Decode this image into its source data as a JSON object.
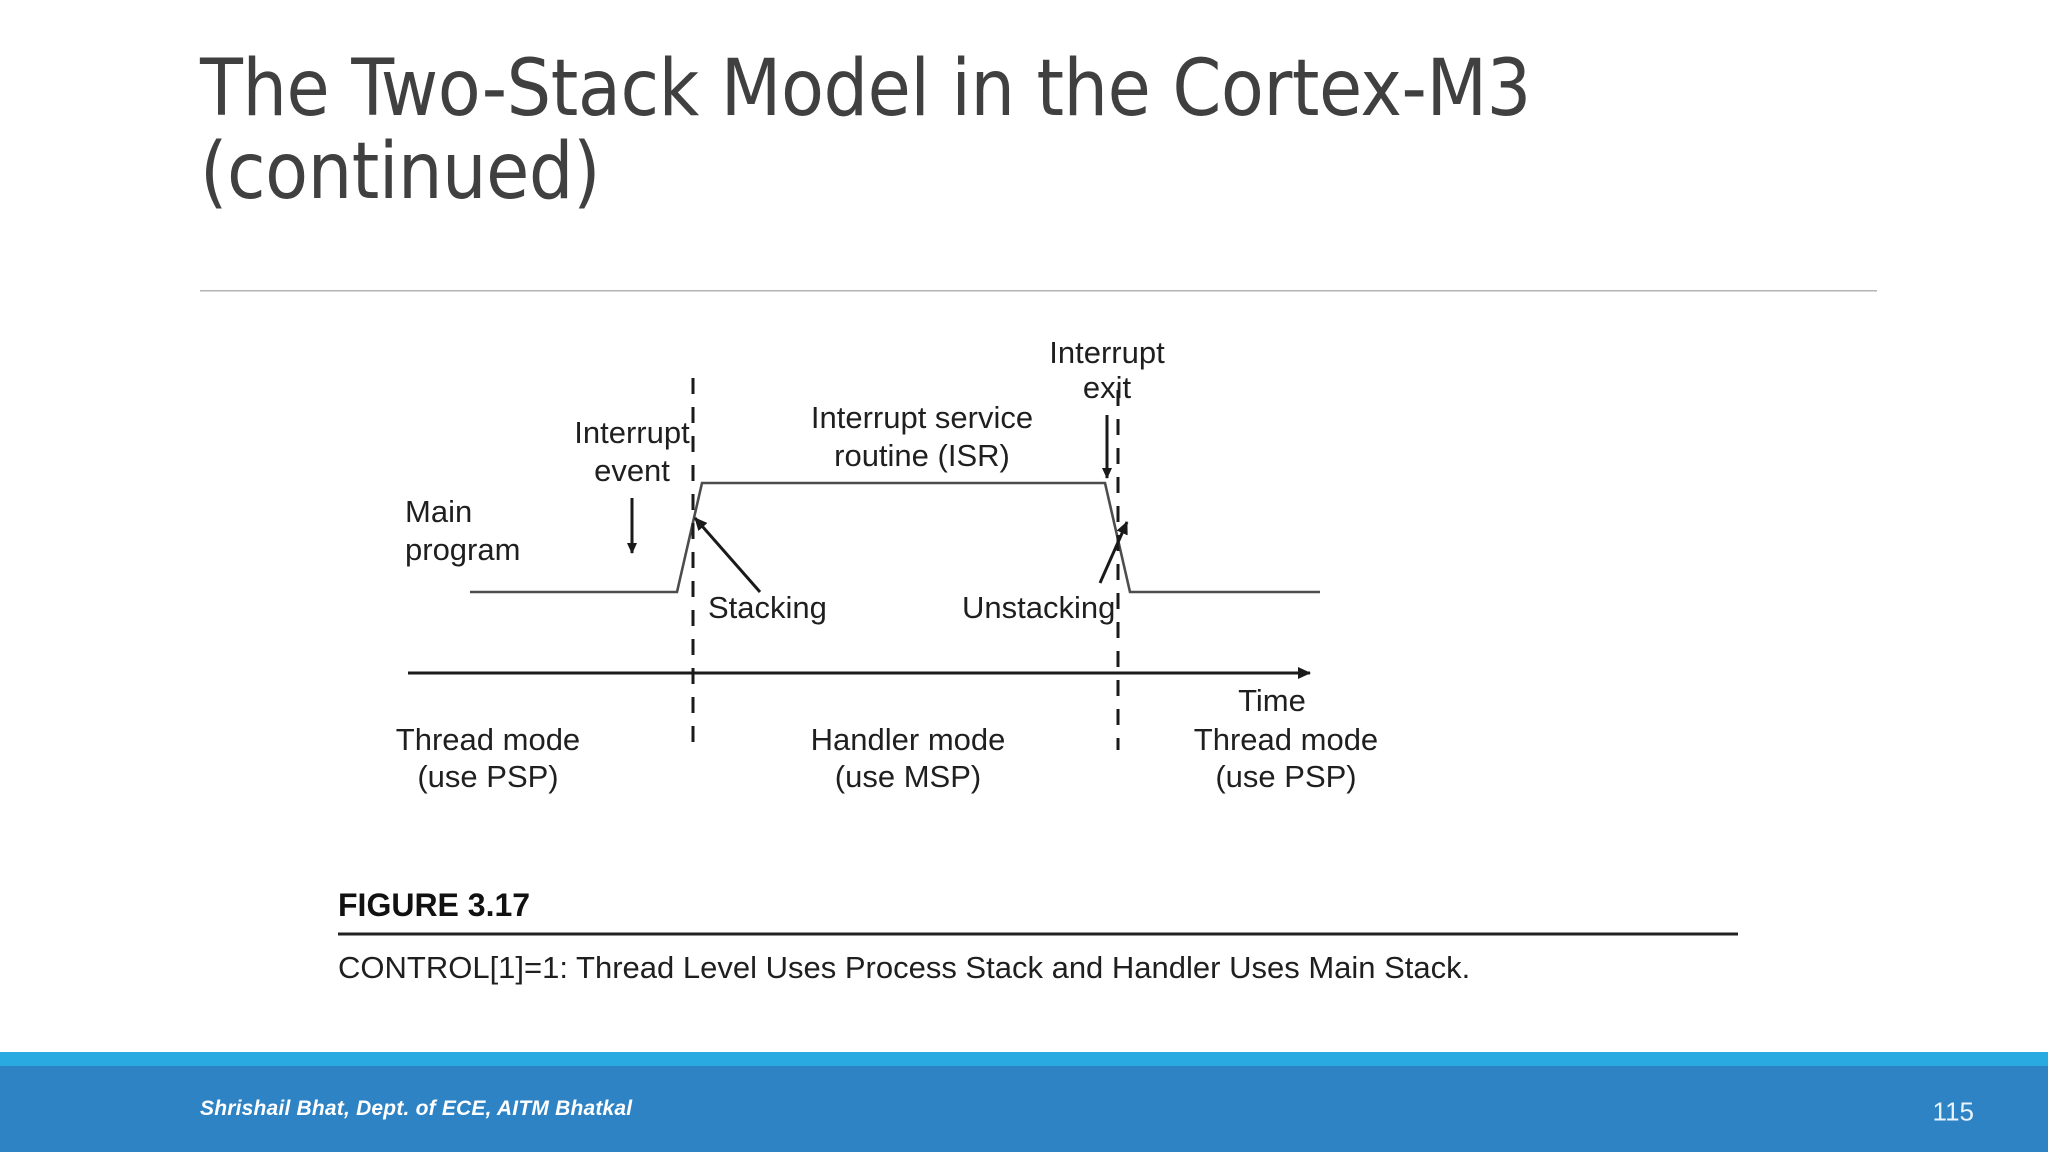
{
  "slide": {
    "title": "The Two-Stack Model in the Cortex-M3\n(continued)",
    "title_color": "#404040"
  },
  "footer": {
    "attribution": "Shrishail Bhat, Dept. of ECE, AITM Bhatkal",
    "page_number": "115",
    "band_color": "#2e83c4",
    "accent_color": "#29abe2"
  },
  "figure": {
    "number_label": "FIGURE 3.17",
    "caption": "CONTROL[1]=1: Thread Level Uses Process Stack and Handler Uses Main Stack.",
    "labels": {
      "interrupt_event": "Interrupt\nevent",
      "interrupt_event_line1": "Interrupt",
      "interrupt_event_line2": "event",
      "interrupt_exit_line1": "Interrupt",
      "interrupt_exit_line2": "exit",
      "isr_line1": "Interrupt service",
      "isr_line2": "routine (ISR)",
      "main_program_line1": "Main",
      "main_program_line2": "program",
      "stacking": "Stacking",
      "unstacking": "Unstacking",
      "time_axis": "Time",
      "mode_left_line1": "Thread mode",
      "mode_left_line2": "(use PSP)",
      "mode_mid_line1": "Handler mode",
      "mode_mid_line2": "(use MSP)",
      "mode_right_line1": "Thread mode",
      "mode_right_line2": "(use PSP)"
    }
  }
}
